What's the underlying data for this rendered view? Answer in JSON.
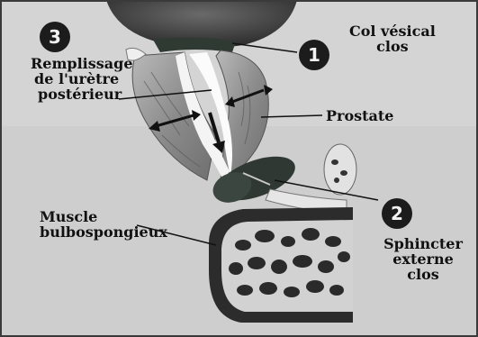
{
  "badges": {
    "one": "1",
    "two": "2",
    "three": "3"
  },
  "labels": {
    "col_vesical": [
      "Col vésical",
      "clos"
    ],
    "remplissage": [
      "Remplissage",
      "de l'urètre",
      "postérieur"
    ],
    "prostate": "Prostate",
    "muscle": [
      "Muscle",
      "bulbospongieux"
    ],
    "sphincter": [
      "Sphincter",
      "externe",
      "clos"
    ]
  }
}
